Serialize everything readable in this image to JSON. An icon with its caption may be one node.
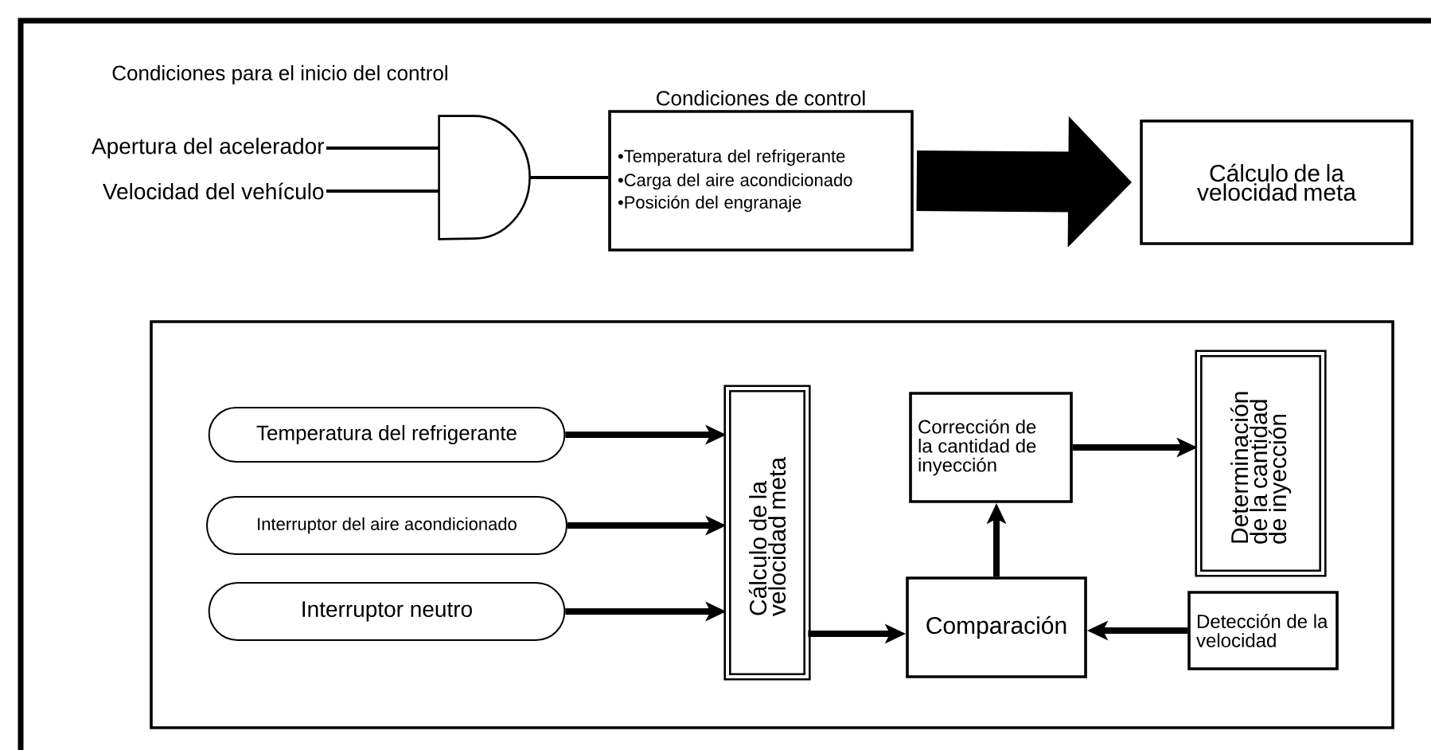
{
  "diagram": {
    "nodes": [
      {
        "text": [
          "Apertura del acelerador"
        ]
      },
      {
        "text": [
          "Velocidad del vehículo"
        ]
      },
      {
        "text": [],
        "shape": "gate"
      },
      {
        "text": [
          "Condiciones de control",
          "•Temperatura del refrigerante",
          "•Carga del aire acondicionado",
          "•Posición del engranaje"
        ]
      },
      {
        "text": [
          "Cálculo de la velocidad meta"
        ]
      },
      {
        "text": [],
        "shape": "box"
      },
      {
        "text": [
          "Temperatura del refrigerante"
        ],
        "in": 5
      },
      {
        "text": [
          "Interruptor del aire acondicionado"
        ],
        "in": 5
      },
      {
        "text": [
          "Interruptor neutro"
        ],
        "in": 5
      },
      {
        "text": [
          "Cálculo de la velocidad meta"
        ],
        "in": 5
      },
      {
        "text": [
          "Corrección de la cantidad de inyección"
        ],
        "in": 5
      },
      {
        "text": [
          "Determinación de la cantidad de inyección"
        ],
        "in": 5
      },
      {
        "text": [
          "Comparación"
        ],
        "in": 5
      },
      {
        "text": [
          "Detección de la velocidad"
        ],
        "in": 5
      }
    ],
    "edges": [
      {
        "from": 0,
        "to": 2,
        "arrow": "none"
      },
      {
        "from": 1,
        "to": 2,
        "arrow": "none"
      },
      {
        "from": 2,
        "to": 3,
        "arrow": "none"
      },
      {
        "from": 3,
        "to": 4,
        "arrow": "to",
        "style": "thick"
      },
      {
        "from": 6,
        "to": 9,
        "arrow": "to"
      },
      {
        "from": 7,
        "to": 9,
        "arrow": "to"
      },
      {
        "from": 8,
        "to": 9,
        "arrow": "to"
      },
      {
        "from": 9,
        "to": 12,
        "arrow": "to"
      },
      {
        "from": 12,
        "to": 10,
        "arrow": "to"
      },
      {
        "from": 10,
        "to": 11,
        "arrow": "to"
      },
      {
        "from": 13,
        "to": 12,
        "arrow": "to"
      }
    ],
    "labels": [
      "Condiciones para el inicio del control"
    ]
  }
}
